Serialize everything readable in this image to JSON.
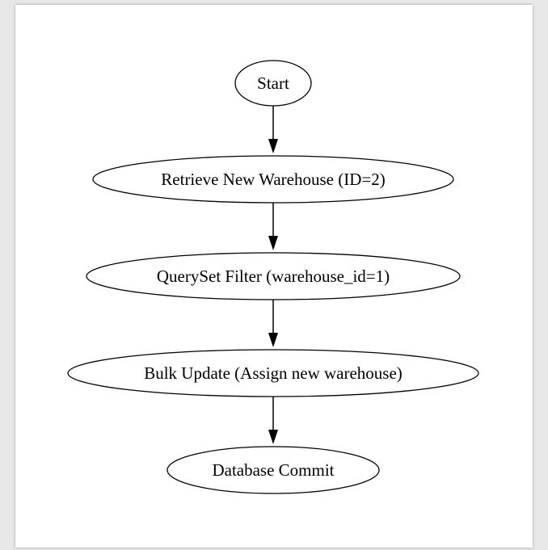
{
  "diagram": {
    "nodes": [
      {
        "id": "start",
        "label": "Start",
        "shape": "ellipse"
      },
      {
        "id": "retrieve",
        "label": "Retrieve New Warehouse (ID=2)",
        "shape": "ellipse"
      },
      {
        "id": "filter",
        "label": "QuerySet Filter (warehouse_id=1)",
        "shape": "ellipse"
      },
      {
        "id": "bulk",
        "label": "Bulk Update (Assign new warehouse)",
        "shape": "ellipse"
      },
      {
        "id": "commit",
        "label": "Database Commit",
        "shape": "ellipse"
      }
    ],
    "edges": [
      {
        "from": "start",
        "to": "retrieve"
      },
      {
        "from": "retrieve",
        "to": "filter"
      },
      {
        "from": "filter",
        "to": "bulk"
      },
      {
        "from": "bulk",
        "to": "commit"
      }
    ]
  }
}
